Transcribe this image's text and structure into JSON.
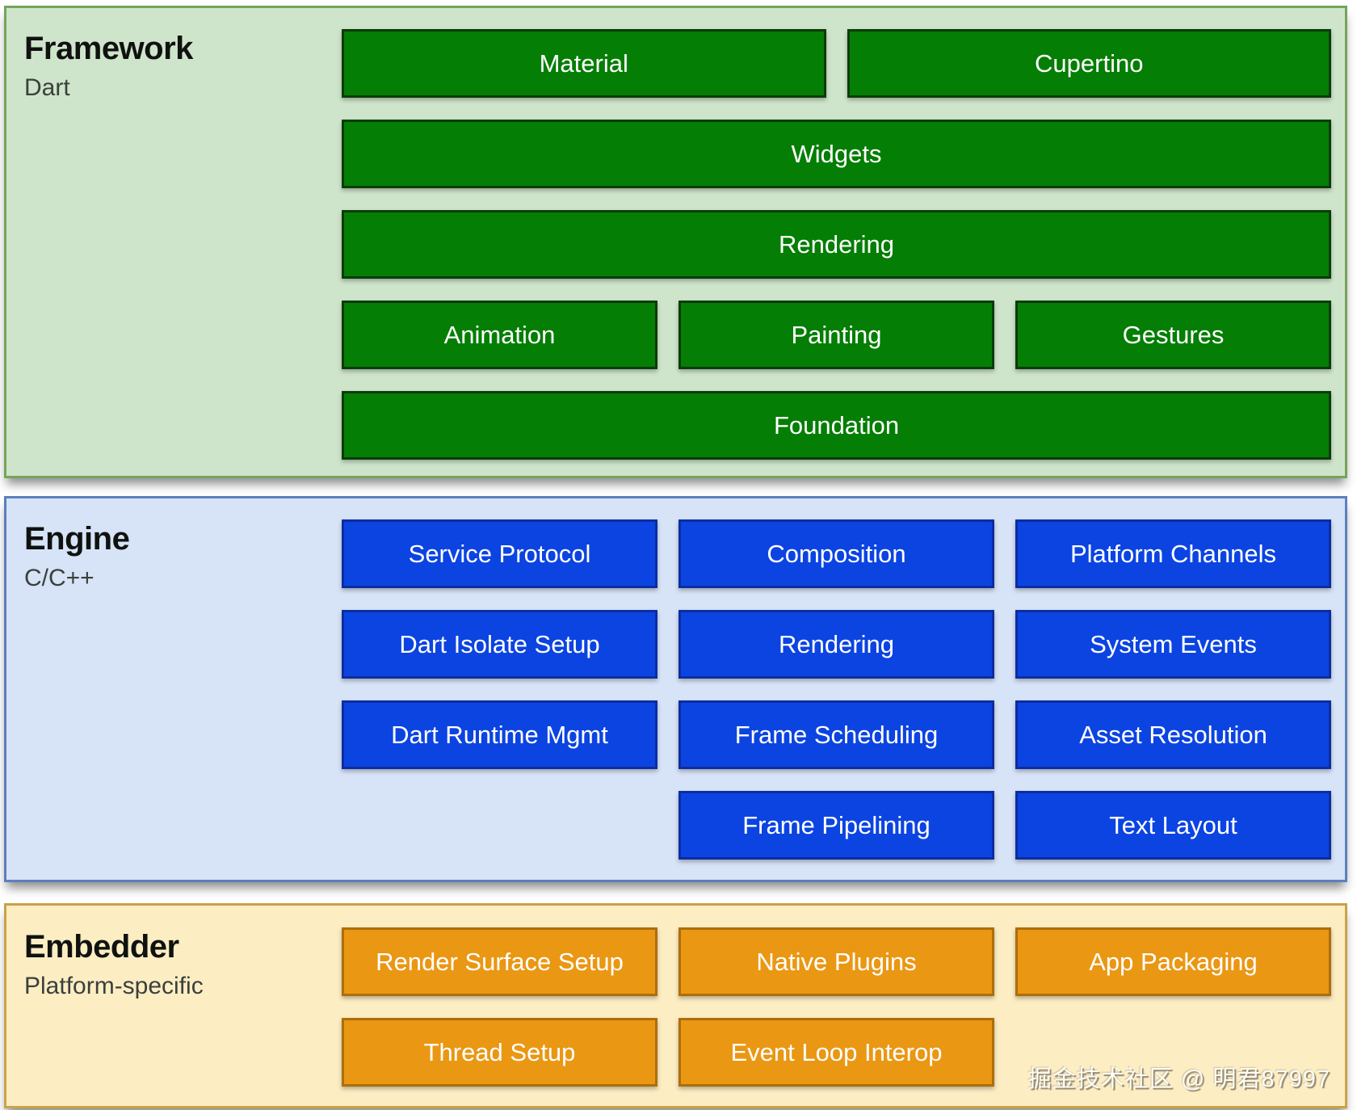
{
  "framework": {
    "title": "Framework",
    "subtitle": "Dart",
    "boxes": {
      "material": "Material",
      "cupertino": "Cupertino",
      "widgets": "Widgets",
      "rendering": "Rendering",
      "animation": "Animation",
      "painting": "Painting",
      "gestures": "Gestures",
      "foundation": "Foundation"
    }
  },
  "engine": {
    "title": "Engine",
    "subtitle": "C/C++",
    "boxes": {
      "service_protocol": "Service Protocol",
      "composition": "Composition",
      "platform_channels": "Platform Channels",
      "dart_isolate_setup": "Dart Isolate Setup",
      "rendering": "Rendering",
      "system_events": "System Events",
      "dart_runtime_mgmt": "Dart Runtime Mgmt",
      "frame_scheduling": "Frame Scheduling",
      "asset_resolution": "Asset Resolution",
      "frame_pipelining": "Frame Pipelining",
      "text_layout": "Text Layout"
    }
  },
  "embedder": {
    "title": "Embedder",
    "subtitle": "Platform-specific",
    "boxes": {
      "render_surface_setup": "Render Surface Setup",
      "native_plugins": "Native Plugins",
      "app_packaging": "App Packaging",
      "thread_setup": "Thread Setup",
      "event_loop_interop": "Event Loop Interop"
    }
  },
  "watermark": "掘金技术社区 @ 明君87997",
  "colors": {
    "framework_bg": "#cfe5cb",
    "framework_border": "#74a55a",
    "framework_box": "#047e04",
    "framework_box_border": "#0a3d0a",
    "engine_bg": "#d7e3f6",
    "engine_border": "#5b7fc0",
    "engine_box": "#0c44e2",
    "engine_box_border": "#0b2da2",
    "embedder_bg": "#fcedc3",
    "embedder_border": "#c9a24a",
    "embedder_box": "#ea9713",
    "embedder_box_border": "#ad6e0b",
    "box_text": "#ffffff"
  }
}
